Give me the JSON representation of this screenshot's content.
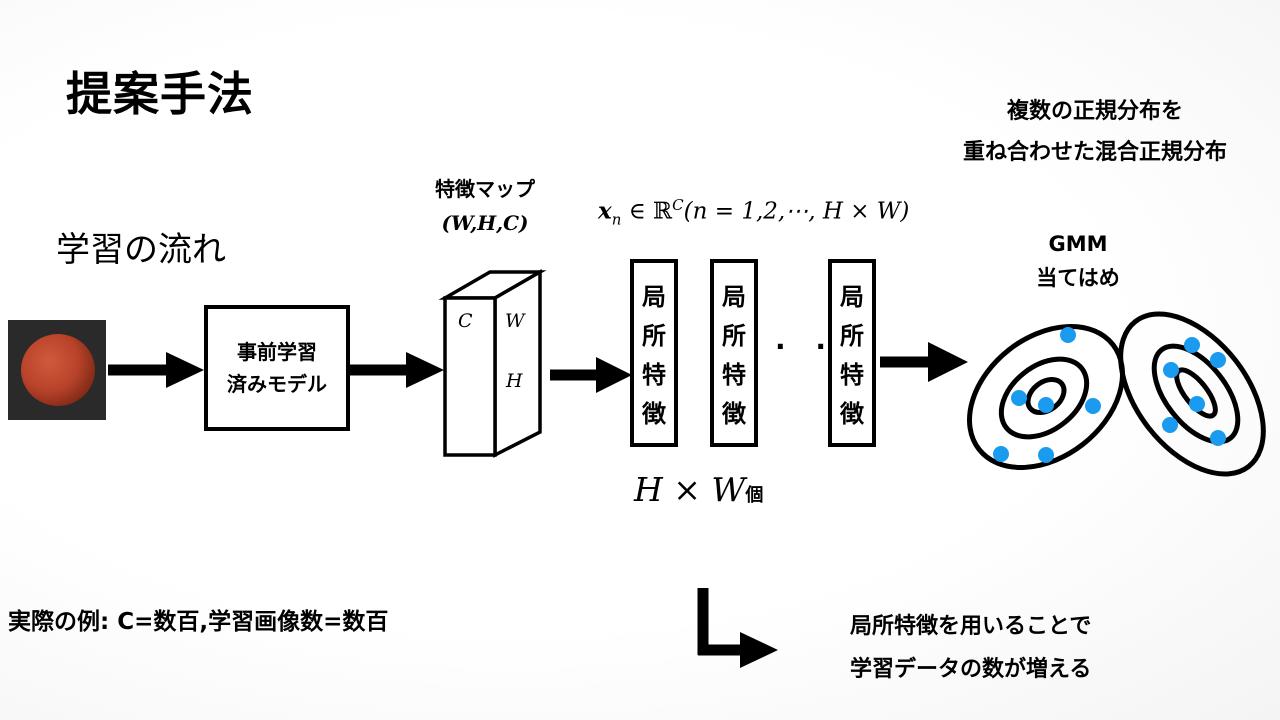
{
  "title": "提案手法",
  "subtitle": "学習の流れ",
  "model_box": {
    "line1": "事前学習",
    "line2": "済みモデル"
  },
  "feature_map": {
    "label": "特徴マップ",
    "dims": "(W,H,C)",
    "face_c": "C",
    "face_w": "W",
    "face_h": "H"
  },
  "math": {
    "x": "x",
    "sub_n": "n",
    "in_r": " ∈ ℝ",
    "sup_c": "C",
    "rest": "(n = 1,2,⋯, H × W)"
  },
  "local_feature": {
    "chars": [
      "局",
      "所",
      "特",
      "徴"
    ]
  },
  "dots": "· ·",
  "count": {
    "expr": "H × W",
    "unit": "個"
  },
  "gmm_description": {
    "line1": "複数の正規分布を",
    "line2": "重ね合わせた混合正規分布"
  },
  "gmm_label": {
    "line1": "GMM",
    "line2": "当てはめ"
  },
  "example": "実際の例: C=数百,学習画像数=数百",
  "note": {
    "line1": "局所特徴を用いることで",
    "line2": "学習データの数が増える"
  },
  "colors": {
    "point": "#1a9bf0",
    "stroke": "#000000"
  }
}
